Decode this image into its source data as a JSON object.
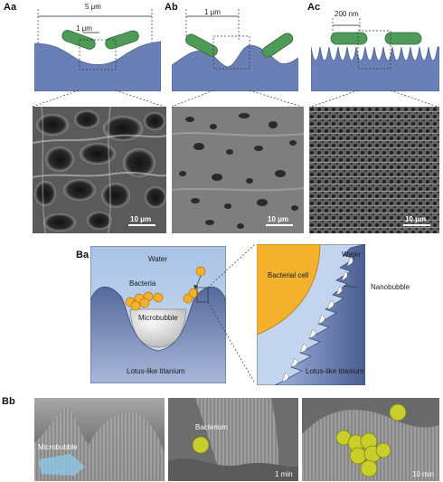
{
  "panels": {
    "Aa": {
      "label": "Aa",
      "scale_top": "5 μm",
      "scale_inner": "1 μm",
      "sem_scale": "10 μm"
    },
    "Ab": {
      "label": "Ab",
      "scale_top": "1 μm",
      "sem_scale": "10 μm"
    },
    "Ac": {
      "label": "Ac",
      "scale_top": "200 nm",
      "sem_scale": "10 μm"
    },
    "Ba": {
      "label": "Ba",
      "water_left": "Water",
      "bacteria": "Bacteria",
      "microbubble": "Microbubble",
      "lotus_left": "Lotus-like titanium",
      "bacterial_cell": "Bacterial cell",
      "water_right": "Water",
      "nanobubble": "Nanobubble",
      "lotus_right": "Lotus-like titanium"
    },
    "Bb": {
      "label": "Bb",
      "microbubble": "Microbubble",
      "bacterium": "Bacterium",
      "time1": "1 min",
      "time2": "10 min"
    }
  },
  "colors": {
    "substrate": "#6a7fb5",
    "water": "#b9cde9",
    "bacteria_green": "#4e9a57",
    "bacterial_cell": "#f3b12e",
    "bubble": "#e8e8e8",
    "sem_particle": "#c9cf2a"
  }
}
